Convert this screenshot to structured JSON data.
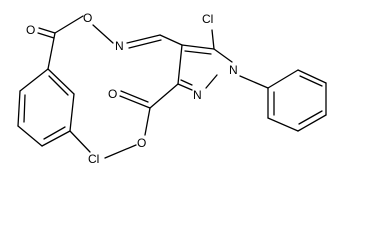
{
  "atom_labels": {
    "cl_pyrazole": "Cl",
    "n1_pyrazole": "N",
    "n2_pyrazole": "N",
    "n_oxime": "N",
    "o_oxime": "O",
    "o_ester_carbonyl": "O",
    "o_benzoate_carbonyl": "O",
    "o_ester_methoxy": "O",
    "cl_benzoyl": "Cl"
  }
}
